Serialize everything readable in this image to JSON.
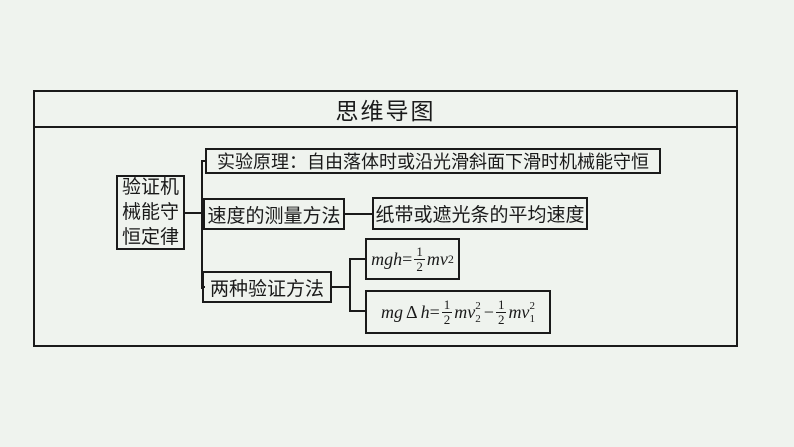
{
  "page": {
    "background_color": "#eff3ee",
    "line_color": "#1a1a1a"
  },
  "panel": {
    "title": "思维导图"
  },
  "mindmap": {
    "root": {
      "lines": [
        "验证机",
        "械能守",
        "恒定律"
      ]
    },
    "branch_principle": {
      "label": "实验原理：自由落体时或沿光滑斜面下滑时机械能守恒"
    },
    "branch_velocity": {
      "label": "速度的测量方法",
      "child_label": "纸带或遮光条的平均速度"
    },
    "branch_methods": {
      "label": "两种验证方法",
      "formula1": {
        "lhs": "mgh",
        "equals": "=",
        "frac_num": "1",
        "frac_den": "2",
        "rhs_body": "mv",
        "rhs_sup": "2"
      },
      "formula2": {
        "mg": "mg",
        "delta": "Δ",
        "h": "h",
        "equals": "=",
        "frac1_num": "1",
        "frac1_den": "2",
        "term1_body": "mv",
        "term1_sup": "2",
        "term1_sub": "2",
        "minus": "−",
        "frac2_num": "1",
        "frac2_den": "2",
        "term2_body": "mv",
        "term2_sup": "2",
        "term2_sub": "1"
      }
    }
  }
}
